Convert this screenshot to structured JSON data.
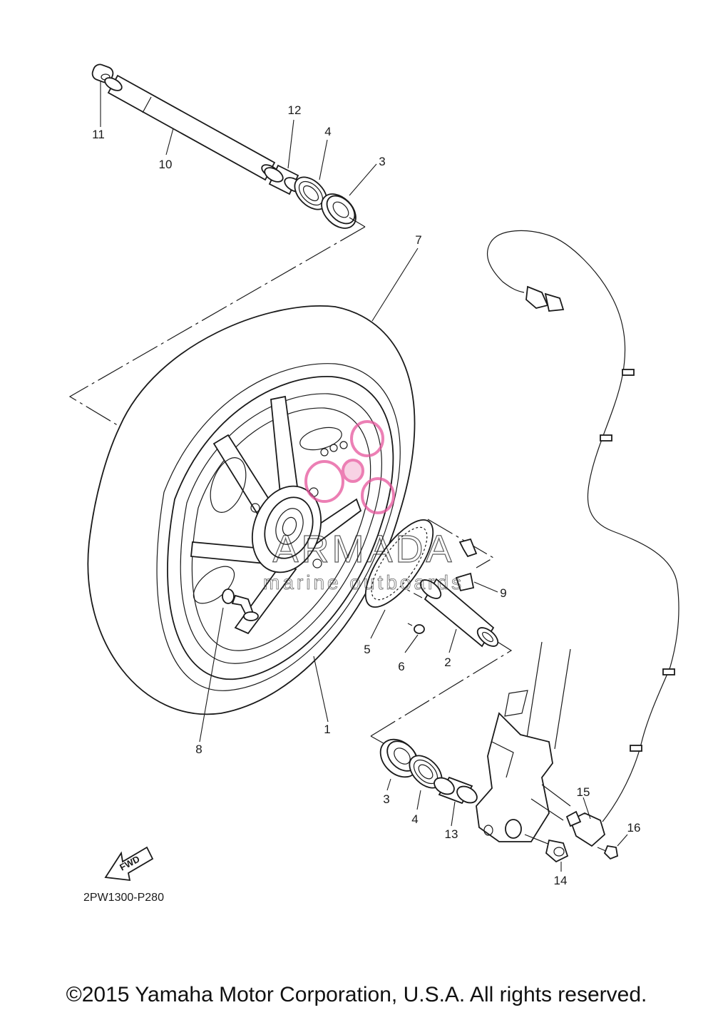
{
  "callouts": [
    "1",
    "2",
    "3",
    "3",
    "4",
    "4",
    "5",
    "6",
    "7",
    "8",
    "9",
    "10",
    "11",
    "12",
    "13",
    "14",
    "15",
    "16"
  ],
  "diagram_code": "2PW1300-P280",
  "fwd_label": "FWD",
  "watermark": {
    "brand": "ARMADA",
    "tagline": "marine outboards",
    "color": "#e6559c"
  },
  "copyright": "©2015 Yamaha Motor Corporation, U.S.A. All rights reserved."
}
